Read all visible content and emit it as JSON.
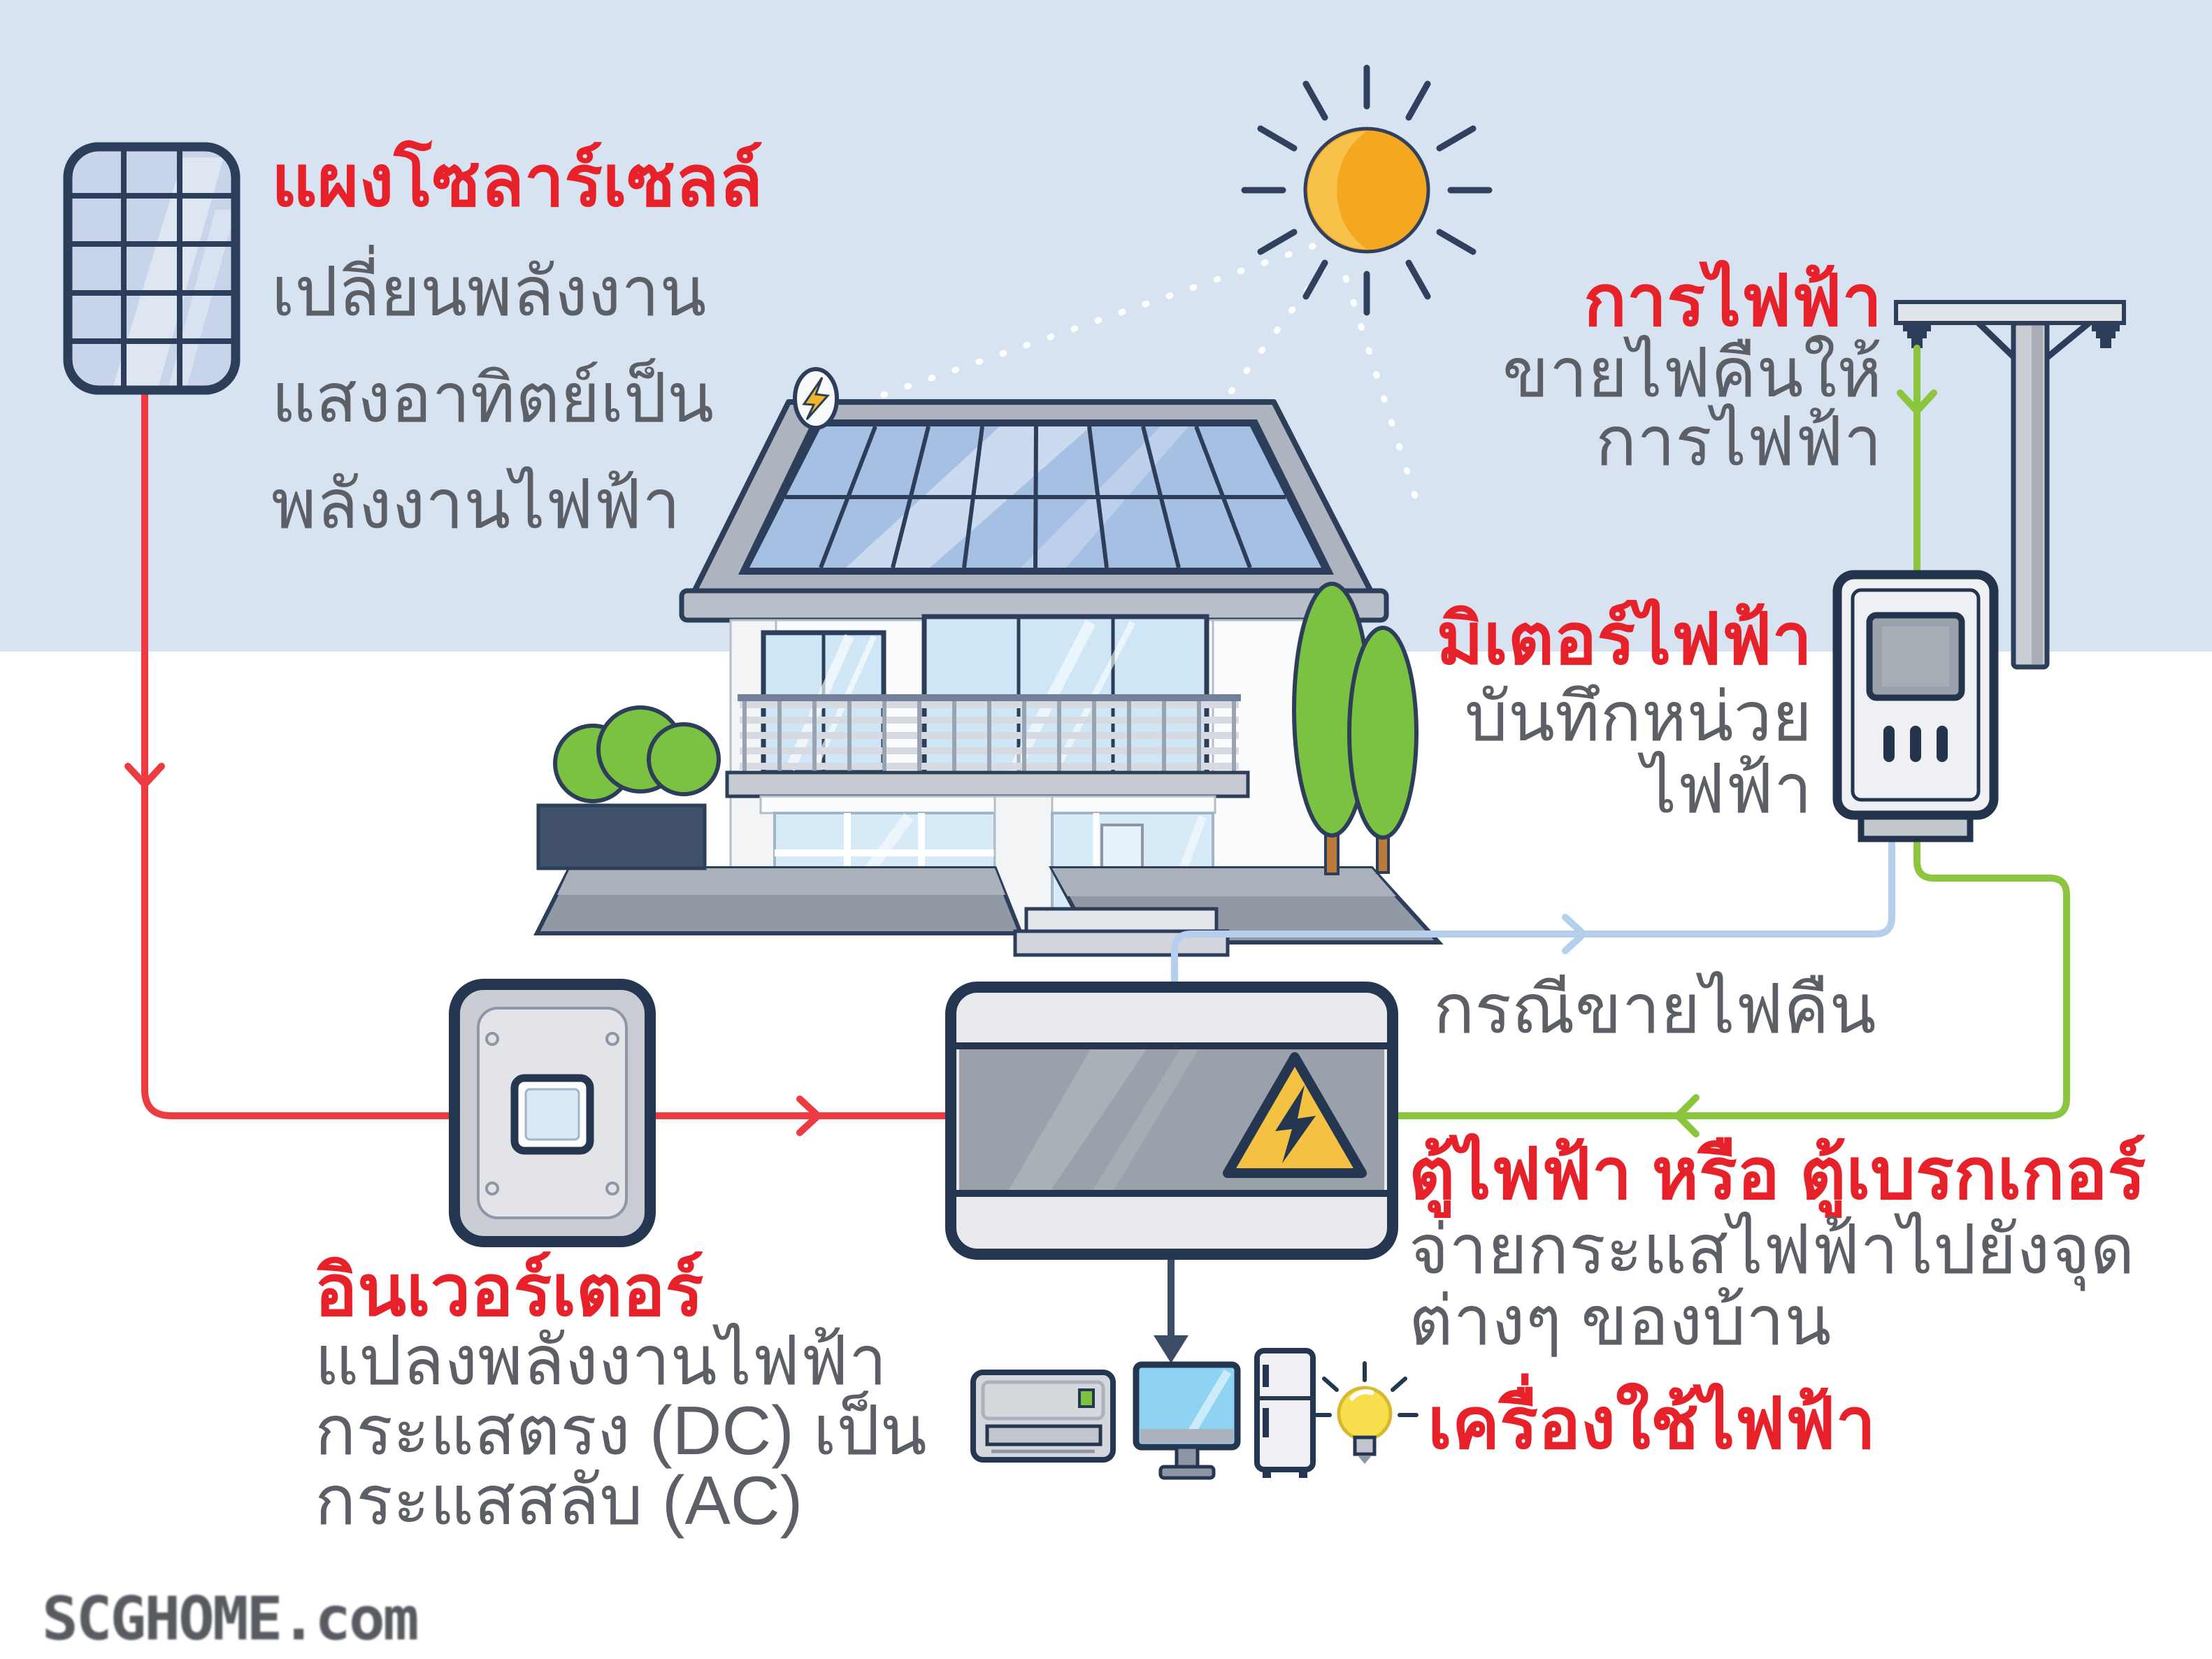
{
  "palette": {
    "sky": "#d8e3f1",
    "ground": "#ffffff",
    "accent_red": "#e7212a",
    "text_gray": "#5c6066",
    "outline_navy": "#2c3e59",
    "line_red": "#ee3b42",
    "line_green": "#8cc63f",
    "line_blue": "#b5cfec",
    "sun_orange": "#f4a71f",
    "panel_cell_blue": "#a6c0e4",
    "warning_yellow": "#f4c142",
    "tree_green": "#7cc242"
  },
  "sections": {
    "solar_panel": {
      "icon": "solar-panel-icon",
      "title": "แผงโซลาร์เซลล์",
      "desc_lines": [
        "เปลี่ยนพลังงาน",
        "แสงอาทิตย์เป็น",
        "พลังงานไฟฟ้า"
      ]
    },
    "grid": {
      "icon": "power-pole-icon",
      "title": "การไฟฟ้า",
      "desc_lines": [
        "ขายไฟคืนให้",
        "การไฟฟ้า"
      ]
    },
    "meter": {
      "icon": "electric-meter-icon",
      "title": "มิเตอร์ไฟฟ้า",
      "desc_lines": [
        "บันทึกหน่วย",
        "ไฟฟ้า"
      ]
    },
    "sellback": {
      "note": "กรณีขายไฟคืน"
    },
    "inverter": {
      "icon": "inverter-icon",
      "title": "อินเวอร์เตอร์",
      "desc_lines": [
        "แปลงพลังงานไฟฟ้า",
        "กระแสตรง (DC) เป็น",
        "กระแสสลับ (AC)"
      ]
    },
    "breaker": {
      "icon": "breaker-box-icon",
      "title": "ตู้ไฟฟ้า หรือ ตู้เบรกเกอร์",
      "desc_lines": [
        "จ่ายกระแสไฟฟ้าไปยังจุด",
        "ต่างๆ ของบ้าน"
      ]
    },
    "appliances": {
      "title": "เครื่องใช้ไฟฟ้า",
      "icons": [
        "air-conditioner-icon",
        "monitor-icon",
        "refrigerator-icon",
        "light-bulb-icon"
      ]
    },
    "watermark": {
      "text": "SCGHOME.com"
    }
  }
}
